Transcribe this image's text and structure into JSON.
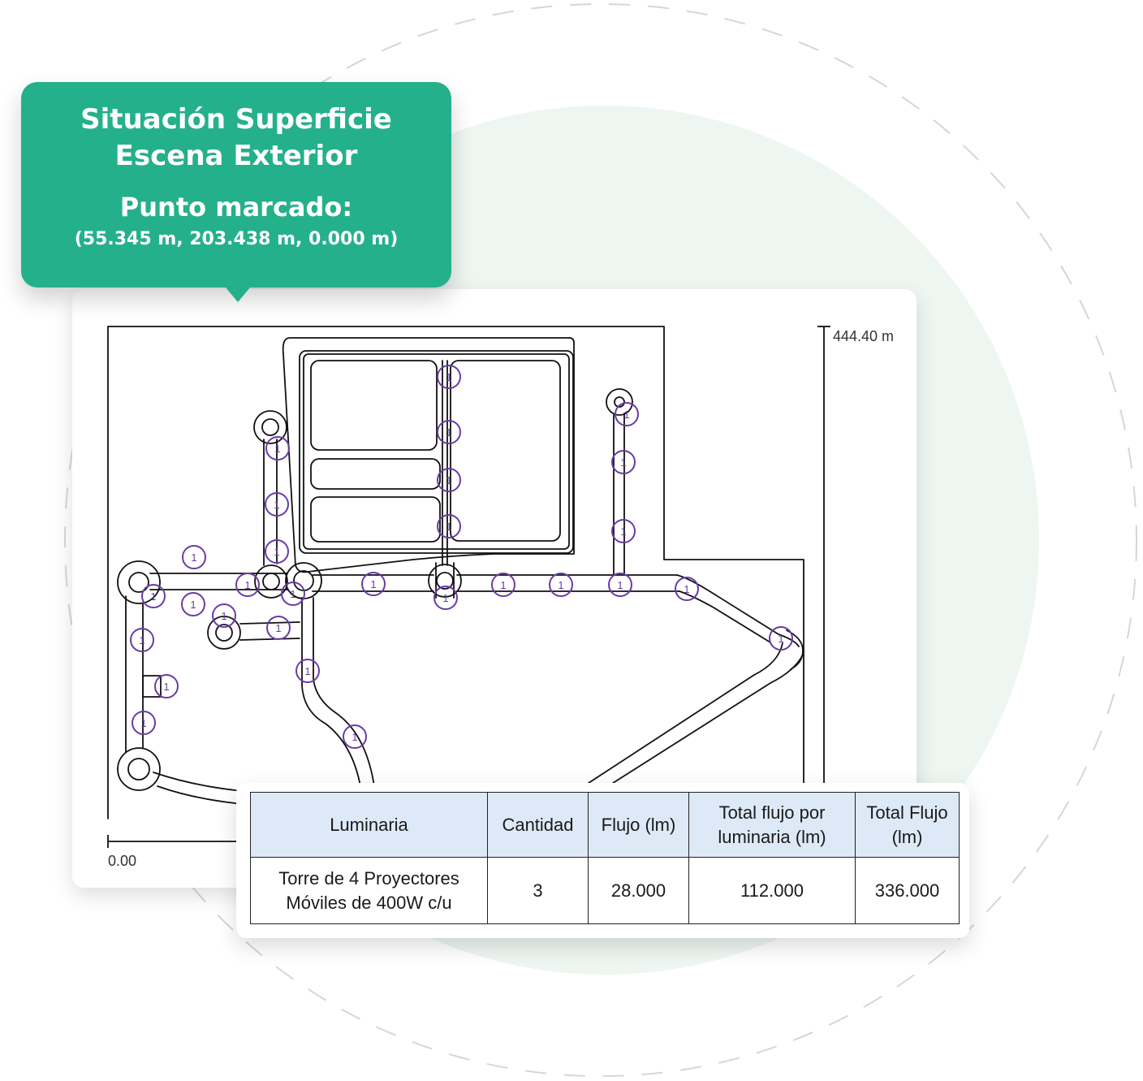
{
  "header": {
    "title_line1": "Situación Superficie",
    "title_line2": "Escena Exterior",
    "point_label": "Punto marcado:",
    "point_coords": "(55.345 m, 203.438 m, 0.000 m)"
  },
  "plan": {
    "top_scale_label": "444.40 m",
    "bottom_scale_label": "0.00",
    "luminaire_marker_label": "1"
  },
  "table": {
    "headers": [
      "Luminaria",
      "Cantidad",
      "Flujo (lm)",
      "Total flujo por luminaria (lm)",
      "Total Flujo (lm)"
    ],
    "row": {
      "luminaria": "Torre de 4 Proyectores Móviles de 400W c/u",
      "cantidad": "3",
      "flujo": "28.000",
      "total_por_luminaria": "112.000",
      "total_flujo": "336.000"
    }
  },
  "colors": {
    "accent": "#25b08c",
    "marker": "#6a3aa8",
    "table_header_bg": "#dde9f6",
    "bg_circle": "#eef6f2"
  }
}
